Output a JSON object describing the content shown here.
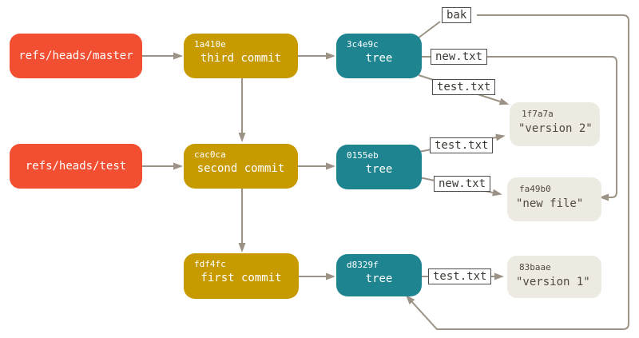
{
  "diagram": {
    "title": "git-objects-diagram",
    "colors": {
      "ref_background": "#f14e32",
      "commit_background": "#c79a00",
      "tree_background": "#1d8490",
      "blob_background": "#edeae1",
      "blob_text": "#4e4a42",
      "node_text": "#ffffff",
      "connector": "#9c9286",
      "label_border": "#4c4c4c",
      "label_text": "#3c3934",
      "page_background": "#ffffff"
    },
    "refs": [
      {
        "name": "refs/heads/master"
      },
      {
        "name": "refs/heads/test"
      }
    ],
    "commits": [
      {
        "hash": "1a410e",
        "message": "third commit"
      },
      {
        "hash": "cac0ca",
        "message": "second commit"
      },
      {
        "hash": "fdf4fc",
        "message": "first commit"
      }
    ],
    "trees": [
      {
        "hash": "3c4e9c",
        "label": "tree"
      },
      {
        "hash": "0155eb",
        "label": "tree"
      },
      {
        "hash": "d8329f",
        "label": "tree"
      }
    ],
    "blobs": [
      {
        "hash": "1f7a7a",
        "content": "\"version 2\""
      },
      {
        "hash": "fa49b0",
        "content": "\"new file\""
      },
      {
        "hash": "83baae",
        "content": "\"version 1\""
      }
    ],
    "edge_labels": {
      "bak": "bak",
      "new_txt_top": "new.txt",
      "test_txt_top": "test.txt",
      "test_txt_mid": "test.txt",
      "new_txt_mid": "new.txt",
      "test_txt_bottom": "test.txt"
    }
  }
}
